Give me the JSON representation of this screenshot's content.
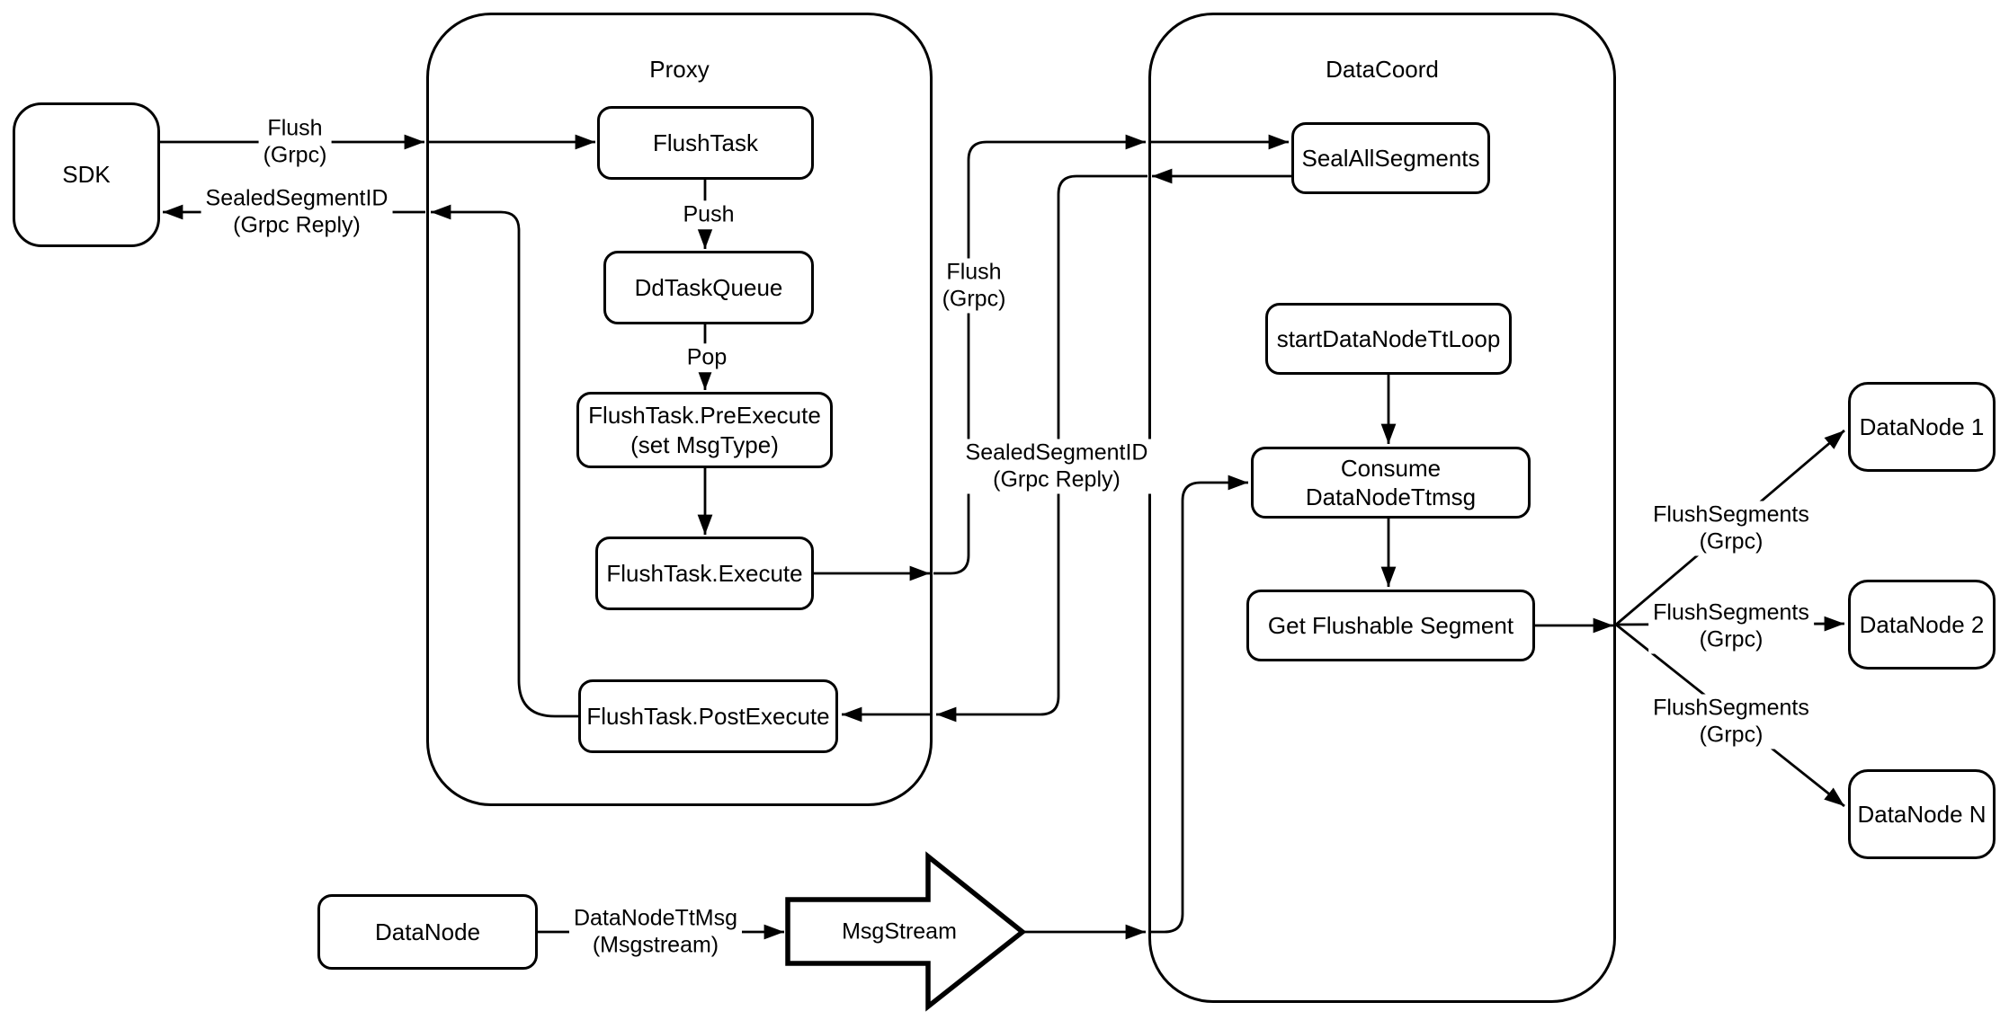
{
  "diagram": {
    "containers": {
      "proxy_title": "Proxy",
      "datacoord_title": "DataCoord"
    },
    "nodes": {
      "sdk": "SDK",
      "flush_task": "FlushTask",
      "dd_task_queue": "DdTaskQueue",
      "pre_execute_line1": "FlushTask.PreExecute",
      "pre_execute_line2": "(set MsgType)",
      "execute": "FlushTask.Execute",
      "post_execute": "FlushTask.PostExecute",
      "seal_all_segments": "SealAllSegments",
      "start_datanode_tt_loop": "startDataNodeTtLoop",
      "consume_datanode_ttmsg": "Consume DataNodeTtmsg",
      "get_flushable_segment": "Get Flushable Segment",
      "datanode_1": "DataNode 1",
      "datanode_2": "DataNode 2",
      "datanode_n": "DataNode N",
      "datanode_bottom": "DataNode",
      "msgstream": "MsgStream"
    },
    "edge_labels": {
      "sdk_flush_line1": "Flush",
      "sdk_flush_line2": "(Grpc)",
      "sdk_reply_line1": "SealedSegmentID",
      "sdk_reply_line2": "(Grpc Reply)",
      "push": "Push",
      "pop": "Pop",
      "mid_flush_line1": "Flush",
      "mid_flush_line2": "(Grpc)",
      "mid_reply_line1": "SealedSegmentID",
      "mid_reply_line2": "(Grpc Reply)",
      "flush_segments_1_line1": "FlushSegments",
      "flush_segments_1_line2": "(Grpc)",
      "flush_segments_2_line1": "FlushSegments",
      "flush_segments_2_line2": "(Grpc)",
      "flush_segments_3_line1": "FlushSegments",
      "flush_segments_3_line2": "(Grpc)",
      "datanode_ttmsg_line1": "DataNodeTtMsg",
      "datanode_ttmsg_line2": "(Msgstream)"
    },
    "colors": {
      "stroke": "#000000",
      "fill": "#ffffff",
      "background": "#ffffff"
    }
  }
}
